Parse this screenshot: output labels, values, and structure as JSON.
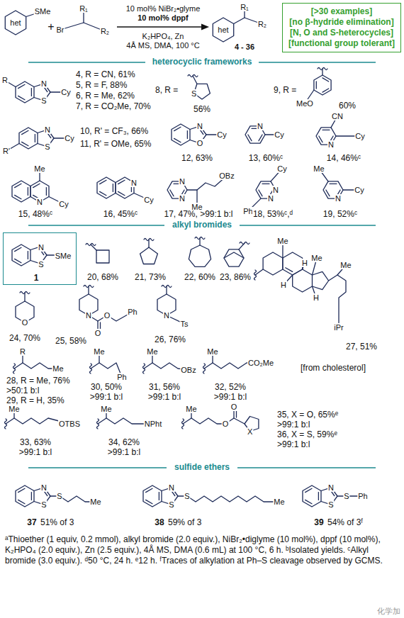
{
  "diagram": {
    "nodes": [
      {
        "text": [
          "[>30 examples]",
          "[no β-hydride elimination]",
          "[N, O and S-heterocycles]",
          "[functional group tolerant]"
        ]
      },
      {
        "text": [
          "N",
          "S",
          "SMe",
          "1"
        ]
      }
    ],
    "labels": [
      "het",
      "SMe",
      "+",
      "Br",
      "R₁",
      "R₂",
      "10 mol% NiBr₂•glyme",
      "10 mol% dppf",
      "K₂HPO₄, Zn",
      "4Å MS, DMA, 100 °C",
      "het",
      "R₁",
      "R₂",
      "4 - 36",
      "heterocyclic frameworks",
      "R",
      "N",
      "S",
      "Cy",
      "4, R = CN, 61%",
      "5, R = F, 88%",
      "6, R = Me, 62%",
      "7, R = CO₂Me, 70%",
      "8, R =",
      "S",
      "56%",
      "9, R =",
      "MeO",
      "60%",
      "R'",
      "N",
      "S",
      "Cy",
      "10, R' = CF₃, 66%",
      "11, R' = OMe, 65%",
      "N",
      "O",
      "Cy",
      "12, 63%",
      "N",
      "Cy",
      "13, 60%ᶜ",
      "N",
      "Cy",
      "CN",
      "14, 46%ᶜ",
      "Me",
      "N",
      "Cy",
      "15, 48%ᶜ",
      "N",
      "Cy",
      "16, 45%ᶜ",
      "N",
      "N",
      "Me",
      "OBz",
      "17, 47%, >99:1 b:l",
      "N",
      "N",
      "Ph",
      "Cy",
      "18, 53%ᶜ,ᵈ",
      "Me",
      "N",
      "Cy",
      "19, 52%ᶜ",
      "alkyl bromides",
      "20, 68%",
      "21, 73%",
      "22, 60%",
      "23, 86%",
      "O",
      "24, 70%",
      "N",
      "O",
      "O",
      "Ph",
      "25, 58%",
      "N",
      "Ts",
      "26, 76%",
      "Me",
      "H",
      "Me",
      "H",
      "H",
      "Me",
      "iPr",
      "[from cholesterol]",
      "27, 51%",
      "R",
      "Me",
      "28, R = Me, 76%",
      ">50:1 b:l",
      "29, R = H, 35%",
      "Me",
      "Ph",
      "30, 50%",
      ">99:1 b:l",
      "Me",
      "OBz",
      "31, 56%",
      ">99:1 b:l",
      "Me",
      "CO₂Me",
      "32, 52%",
      ">99:1 b:l",
      "Me",
      "OTBS",
      "33, 63%",
      ">99:1 b:l",
      "Me",
      "NPht",
      "34, 62%",
      ">99:1 b:l",
      "Me",
      "O",
      "O",
      "X",
      "35, X = O, 65%ᵉ",
      ">99:1 b:l",
      "36, X = S, 59%ᵉ",
      ">99:1 b:l",
      "sulfide ethers",
      "N",
      "S",
      "S",
      "Me",
      "37",
      "51% of 3",
      "N",
      "S",
      "S",
      "Me",
      "38",
      "59% of 3",
      "N",
      "S",
      "S",
      "Ph",
      "39",
      "54% of 3ᶠ",
      "ᵃThioether (1 equiv, 0.2 mmol), alkyl bromide (2.0 equiv.), NiBr₂•diglyme (10 mol%), dppf (10 mol%), K₂HPO₄ (2.0 equiv.), Zn (2.5 equiv.), 4Å MS, DMA (0.6 mL) at 100 °C, 6 h. ᵇIsolated yields. ᶜAlkyl bromide (3.0 equiv.). ᵈ50 °C, 24 h. ᵉ12 h. ᶠTraces of alkylation at Ph–S cleavage observed by GCMS.",
      "化学加"
    ]
  }
}
